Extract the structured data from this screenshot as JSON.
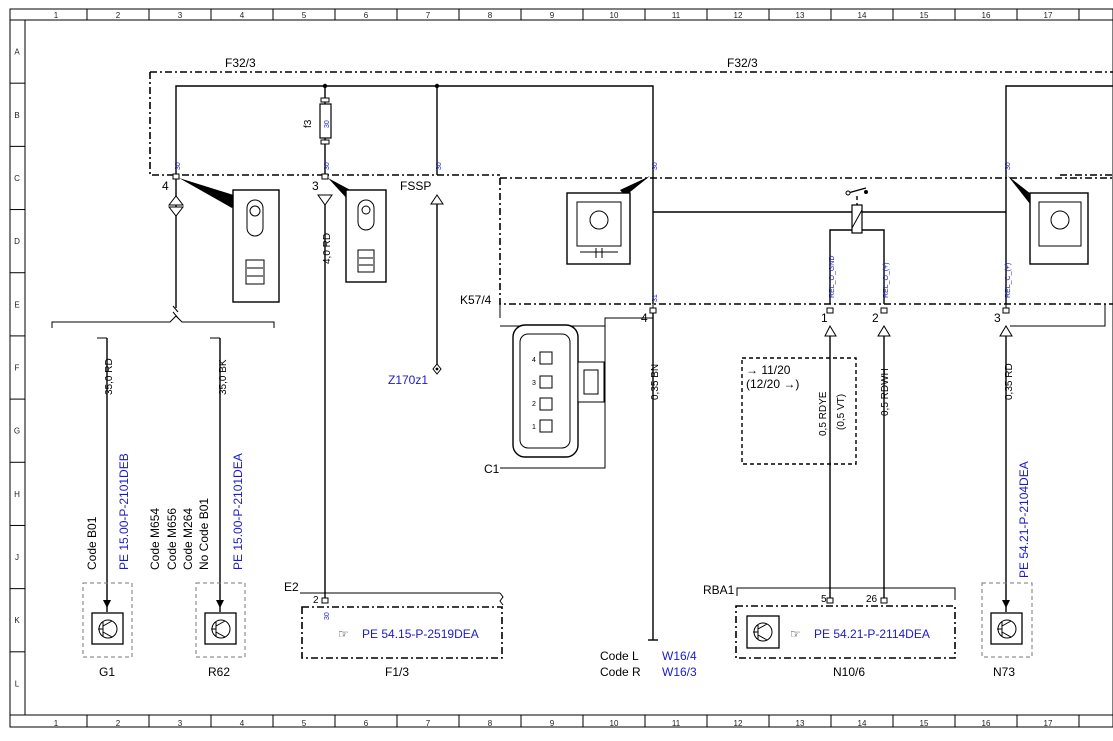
{
  "grid": {
    "columns": [
      "1",
      "2",
      "3",
      "4",
      "5",
      "6",
      "7",
      "8",
      "9",
      "10",
      "11",
      "12",
      "13",
      "14",
      "15",
      "16",
      "17"
    ],
    "rows": [
      "A",
      "B",
      "C",
      "D",
      "E",
      "F",
      "G",
      "H",
      "J",
      "K",
      "L"
    ]
  },
  "labels": {
    "f32_left": "F32/3",
    "f32_right": "F32/3",
    "fuse_f3": "f3",
    "fssp": "FSSP",
    "k57": "K57/4",
    "c1": "C1",
    "e2": "E2",
    "rba1": "RBA1",
    "z170": "Z170z1"
  },
  "pins": {
    "f32_4": "4",
    "f32_3": "3",
    "k57_4": "4",
    "k57_1": "1",
    "k57_2": "2",
    "k57_3": "3",
    "e2_2": "2",
    "rba_5": "5",
    "rba_26": "26",
    "c1_4": "4",
    "c1_3": "3",
    "c1_2": "2",
    "c1_1": "1"
  },
  "terminals": {
    "t30_a": "30",
    "t30_b": "30",
    "t30_c": "30",
    "t30_d": "30",
    "t30_e": "30",
    "t30_f": "30",
    "t30_g": "30",
    "t31": "31",
    "rel_o_gnd": "REL_O_GND",
    "rel_o_plus": "REL_O_(+)",
    "rel_c_plus": "REL_C_(+)",
    "t30_k": "30"
  },
  "wires": {
    "w1": "35,0 RD",
    "w2": "35,0 BK",
    "w3": "4,0 RD",
    "w4": "0,35 BN",
    "w5": "0,5 RDYE",
    "w5b": "(0,5 VT)",
    "w6": "0,5 RDWH",
    "w7": "0,35 RD"
  },
  "validity": {
    "line1": "→ 11/20",
    "line2": "(12/20 →)"
  },
  "refs": {
    "g1_ref": "PE 15.00-P-2101DEB",
    "g1_code": "Code B01",
    "r62_ref": "PE 15.00-P-2101DEA",
    "r62_code1": "Code M654",
    "r62_code2": "Code M656",
    "r62_code3": "Code M264",
    "r62_code4": "No Code B01",
    "f13_ref": "PE 54.15-P-2519DEA",
    "n106_ref": "PE 54.21-P-2114DEA",
    "n73_ref": "PE 54.21-P-2104DEA"
  },
  "components": {
    "g1": "G1",
    "r62": "R62",
    "f13": "F1/3",
    "n106": "N10/6",
    "n73": "N73"
  },
  "codes": {
    "code_l": "Code L",
    "code_r": "Code R",
    "w164": "W16/4",
    "w163": "W16/3"
  },
  "colors": {
    "line": "#000000",
    "reference": "#1a1acc",
    "terminal": "#1a1acc"
  }
}
